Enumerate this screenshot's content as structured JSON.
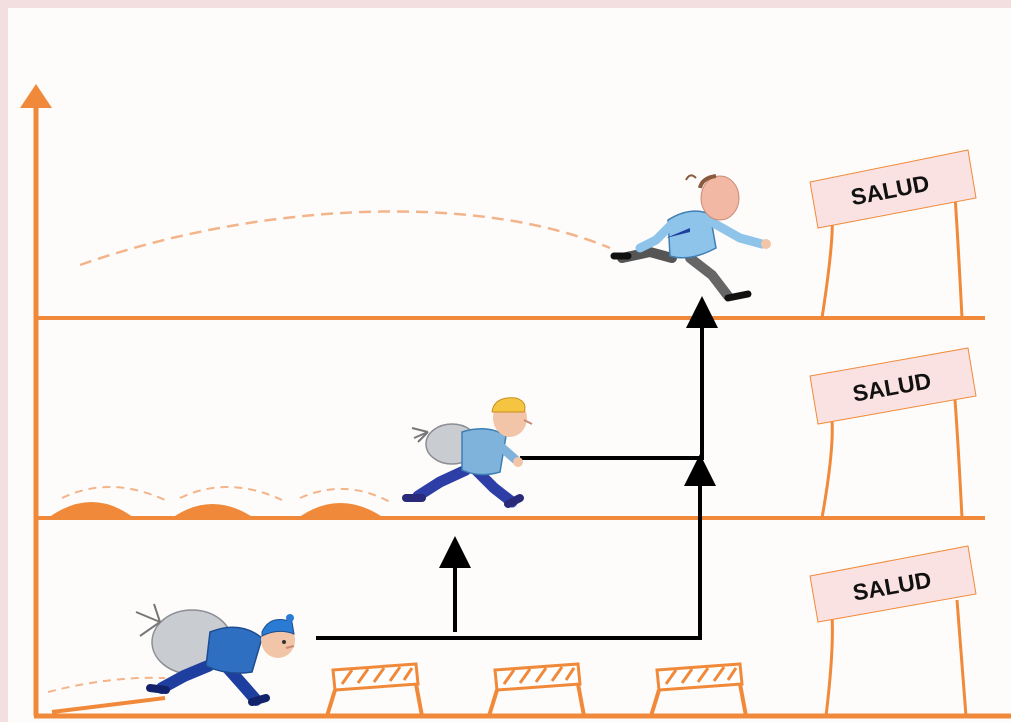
{
  "colors": {
    "background_frame": "#f3dfe0",
    "panel": "#fefcfb",
    "track": "#f08a3a",
    "sign": "#fbe2e2",
    "arrow": "#000000"
  },
  "levels": [
    {
      "sign_text": "SALUD",
      "runner": "businessman-running",
      "obstacles": "none"
    },
    {
      "sign_text": "SALUD",
      "runner": "runner-with-small-sack",
      "obstacles": "bumps"
    },
    {
      "sign_text": "SALUD",
      "runner": "runner-with-large-sack",
      "obstacles": "hurdles"
    }
  ]
}
